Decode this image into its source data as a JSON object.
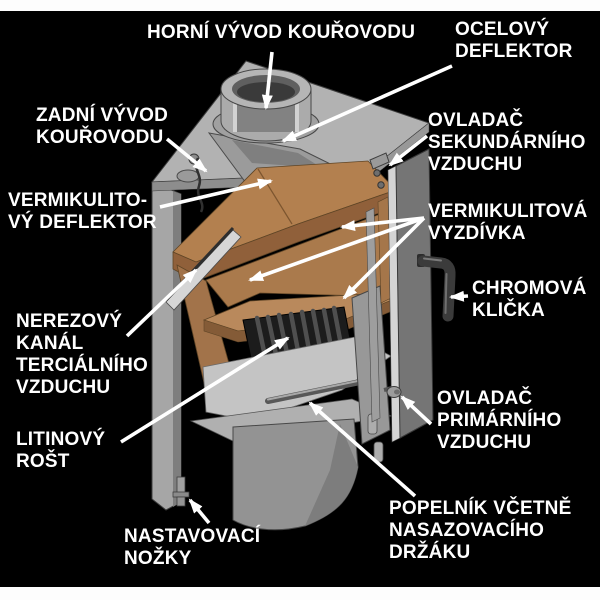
{
  "page": {
    "background_color": "#000000",
    "frame_color": "#fdfdfd",
    "label_text_color": "#ffffff",
    "arrow_color": "#ffffff"
  },
  "diagram": {
    "subject": "wood stove cutaway diagram",
    "colors": {
      "body_gray": "#a6a6a6",
      "top_plate_gray": "#b2b2b2",
      "vermiculite_tan": "#b3804f",
      "vermiculite_shadow": "#90603a",
      "grate_black": "#1c1c1c",
      "handle_dark": "#3b3b3b",
      "ash_floor_gray": "#c4c4c4"
    },
    "labels": {
      "horni_vyvod": {
        "text": "HORNÍ VÝVOD KOUŘOVODU"
      },
      "ocelovy_deflektor": {
        "text": "OCELOVÝ\nDEFLEKTOR"
      },
      "zadni_vyvod": {
        "text": "ZADNÍ VÝVOD\nKOUŘOVODU"
      },
      "ovladac_sekundarniho": {
        "text": "OVLADAČ\nSEKUNDÁRNÍHO\nVZDUCHU"
      },
      "vermikulitovy_deflektor": {
        "text": "VERMIKULITO-\nVÝ DEFLEKTOR"
      },
      "vermikulitova_vyzdivka": {
        "text": "VERMIKULITOVÁ\nVYZDÍVKA"
      },
      "chromova_klicka": {
        "text": "CHROMOVÁ\nKLIČKA"
      },
      "nerezovy_kanal": {
        "text": "NEREZOVÝ\nKANÁL\nTERCIÁLNÍHO\nVZDUCHU"
      },
      "litinovy_rost": {
        "text": "LITINOVÝ\nROŠT"
      },
      "ovladac_primarniho": {
        "text": "OVLADAČ\nPRIMÁRNÍHO\nVZDUCHU"
      },
      "popelnik": {
        "text": "POPELNÍK VČETNĚ\nNASAZOVACÍHO\nDRŽÁKU"
      },
      "nastavovaci_nozky": {
        "text": "NASTAVOVACÍ\nNOŽKY"
      }
    }
  }
}
